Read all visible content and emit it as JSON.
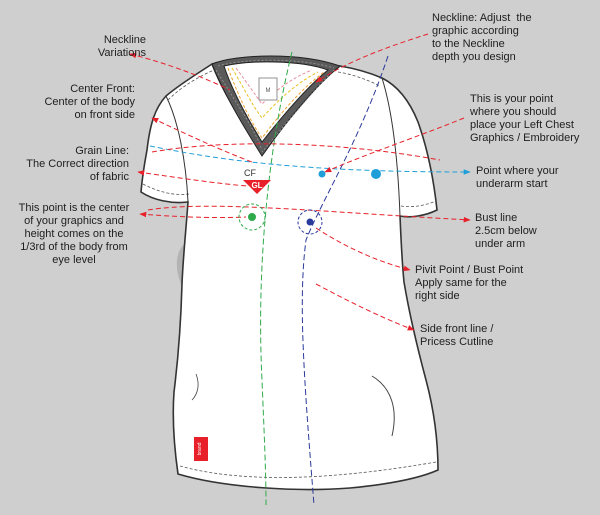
{
  "annotations": {
    "neckline_variations": "Neckline\nVariations",
    "center_front": "Center Front:\nCenter of the body\non front side",
    "grain_line": "Grain Line:\nThe Correct direction\nof fabric",
    "graphic_center": "This point is the center\nof your graphics and\nheight comes on the\n1/3rd of the body from\neye level",
    "neckline_adjust": "Neckline: Adjust  the\ngraphic according\nto the Neckline\ndepth you design",
    "left_chest": "This is your point\nwhere you should\nplace your Left Chest\nGraphics / Embroidery",
    "underarm": "Point where your\nunderarm start",
    "bust_line": "Bust line\n2.5cm below\nunder arm",
    "pivot_point": "Pivit Point / Bust Point\nApply same for the\nright side",
    "side_front_line": "Side front line /\nPricess Cutline"
  },
  "markers": {
    "cf": "CF",
    "gl": "GL",
    "size_tag": "M",
    "brand_tag": "brand"
  },
  "colors": {
    "background": "#cfcfcf",
    "garment": "#ffffff",
    "arrow_red": "#e8202a",
    "center_front_line": "#2faa4a",
    "princess_line": "#2a3a9a",
    "underarm_line": "#1f9ed8",
    "neckline_orange": "#f0a030",
    "neckline_yellow": "#e8c020",
    "text": "#1e1e1e"
  }
}
